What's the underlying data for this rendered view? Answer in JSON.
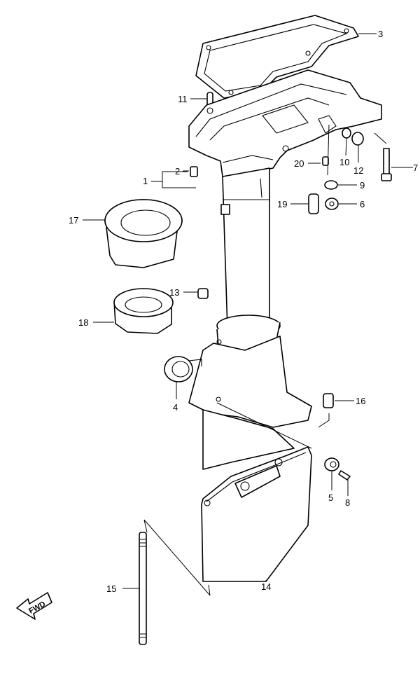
{
  "callouts": {
    "p1": "1",
    "p2": "2",
    "p3": "3",
    "p4": "4",
    "p5": "5",
    "p6": "6",
    "p7": "7",
    "p8": "8",
    "p9": "9",
    "p10": "10",
    "p11": "11",
    "p12": "12",
    "p13": "13",
    "p14": "14",
    "p15": "15",
    "p16": "16",
    "p17": "17",
    "p18": "18",
    "p19": "19",
    "p20": "20"
  },
  "fwd_label": "FWD"
}
